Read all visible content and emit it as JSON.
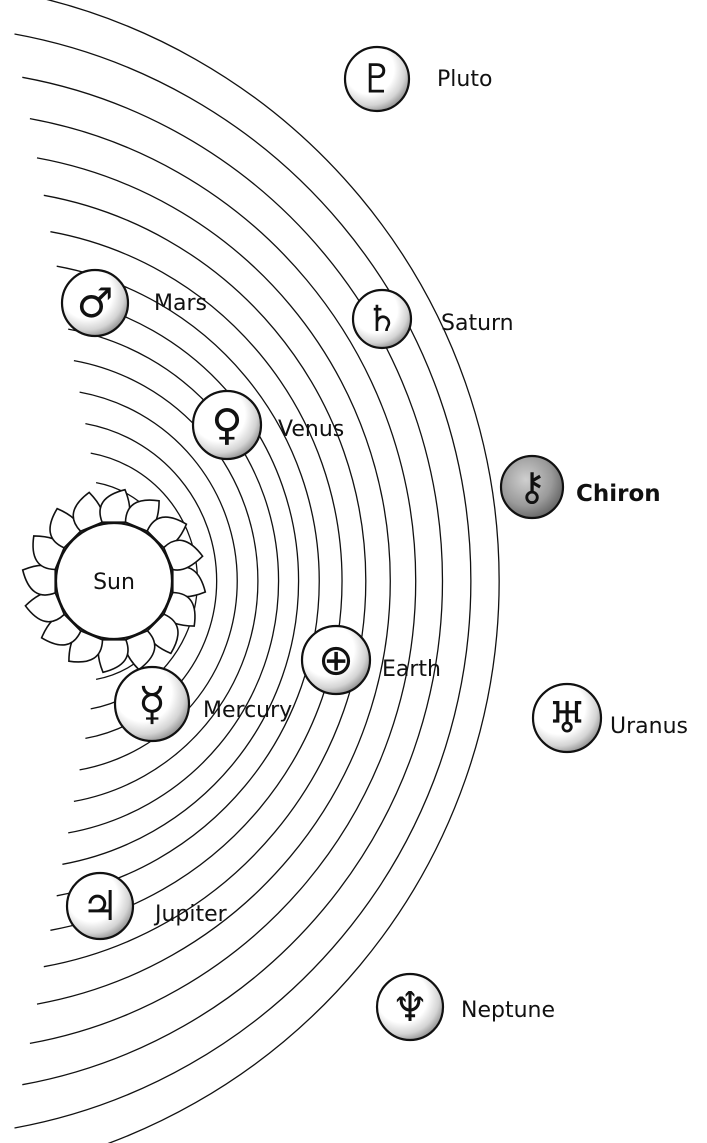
{
  "colors": {
    "ink": "#111111",
    "paper": "#ffffff",
    "shade": "#8a8a8a",
    "chiron_fill": "#6f6f6f"
  },
  "sun": {
    "label": "Sun",
    "icon": "sun-with-flames-icon"
  },
  "planets": [
    {
      "id": "pluto",
      "label": "Pluto",
      "glyph": "♇",
      "icon": "pluto-symbol-icon"
    },
    {
      "id": "mars",
      "label": "Mars",
      "glyph": "♂",
      "icon": "mars-symbol-icon"
    },
    {
      "id": "saturn",
      "label": "Saturn",
      "glyph": "♄",
      "icon": "saturn-symbol-icon"
    },
    {
      "id": "venus",
      "label": "Venus",
      "glyph": "♀",
      "icon": "venus-symbol-icon"
    },
    {
      "id": "chiron",
      "label": "Chiron",
      "glyph": "⚷",
      "icon": "chiron-symbol-icon",
      "emphasis": "bold"
    },
    {
      "id": "earth",
      "label": "Earth",
      "glyph": "⊕",
      "icon": "earth-symbol-icon"
    },
    {
      "id": "mercury",
      "label": "Mercury",
      "glyph": "☿",
      "icon": "mercury-symbol-icon"
    },
    {
      "id": "uranus",
      "label": "Uranus",
      "glyph": "♅",
      "icon": "uranus-symbol-icon"
    },
    {
      "id": "jupiter",
      "label": "Jupiter",
      "glyph": "♃",
      "icon": "jupiter-symbol-icon"
    },
    {
      "id": "neptune",
      "label": "Neptune",
      "glyph": "♆",
      "icon": "neptune-symbol-icon"
    }
  ]
}
